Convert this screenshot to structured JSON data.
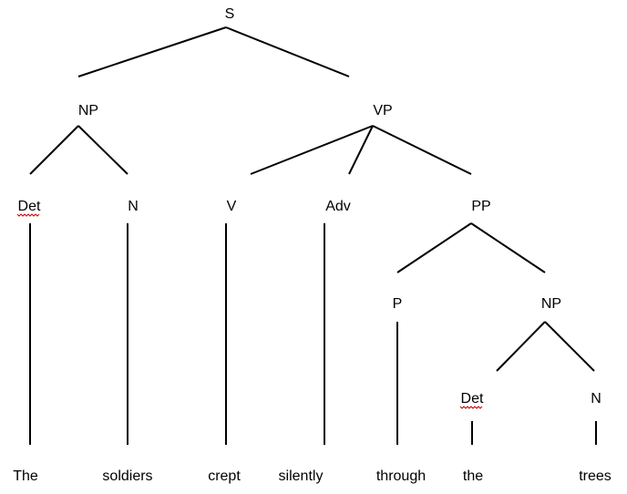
{
  "tree": {
    "nodes": {
      "s": "S",
      "np_subject": "NP",
      "vp": "VP",
      "det_subject": "Det",
      "n_subject": "N",
      "v": "V",
      "adv": "Adv",
      "pp": "PP",
      "p": "P",
      "np_object": "NP",
      "det_object": "Det",
      "n_object": "N"
    },
    "words": {
      "the_1": "The",
      "soldiers": "soldiers",
      "crept": "crept",
      "silently": "silently",
      "through": "through",
      "the_2": "the",
      "trees": "trees"
    }
  },
  "colors": {
    "lines": "#000000",
    "text": "#000000",
    "spellcheck_underline": "#cc0000"
  }
}
